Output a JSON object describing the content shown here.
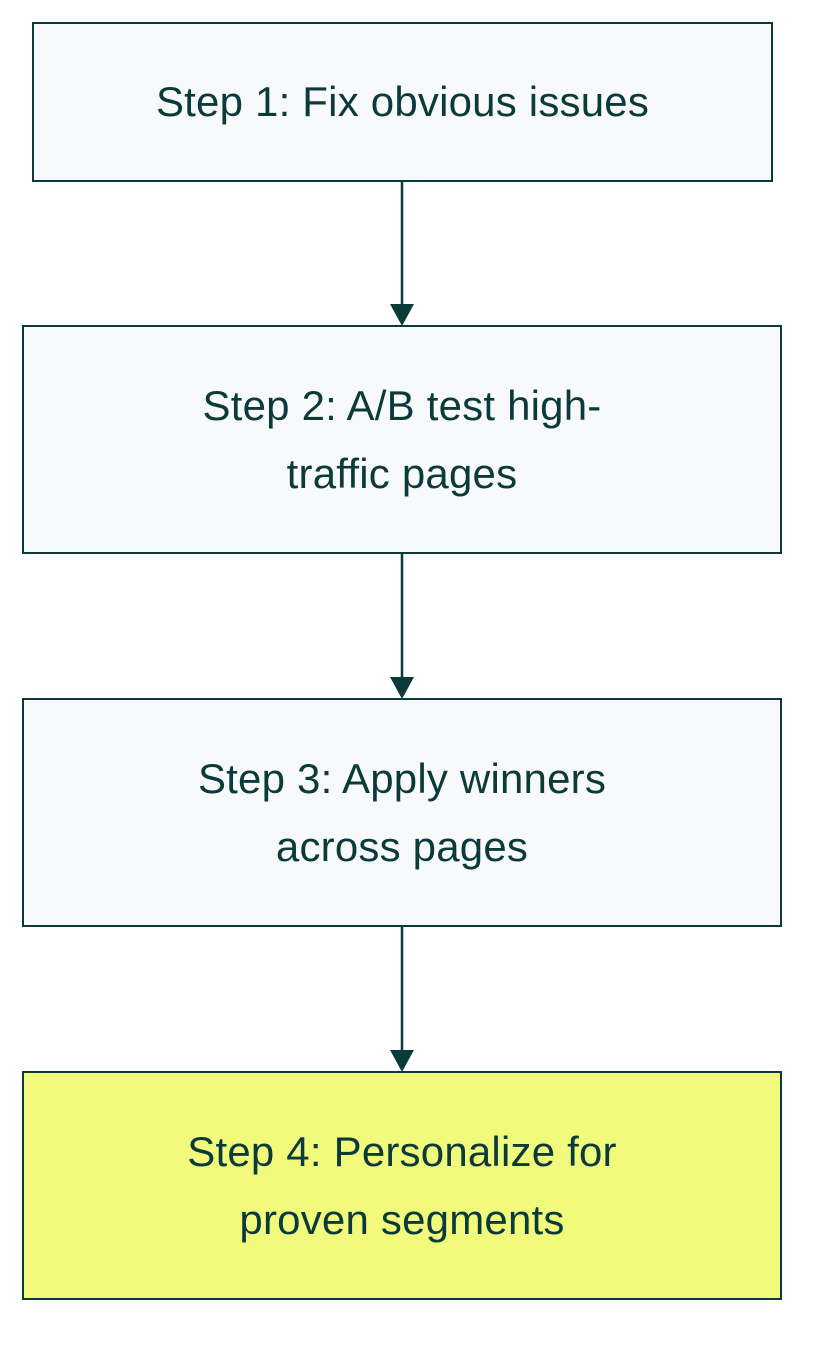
{
  "flow": {
    "steps": [
      {
        "label": "Step 1: Fix obvious issues",
        "highlighted": false
      },
      {
        "label": "Step 2: A/B test high-traffic pages",
        "highlighted": false
      },
      {
        "label": "Step 3: Apply winners across pages",
        "highlighted": false
      },
      {
        "label": "Step 4: Personalize for proven segments",
        "highlighted": true
      }
    ]
  },
  "colors": {
    "stroke": "#0b3a3a",
    "node_fill": "#f7f9fb",
    "highlight_fill": "#f2fa7c",
    "background": "#ffffff"
  }
}
